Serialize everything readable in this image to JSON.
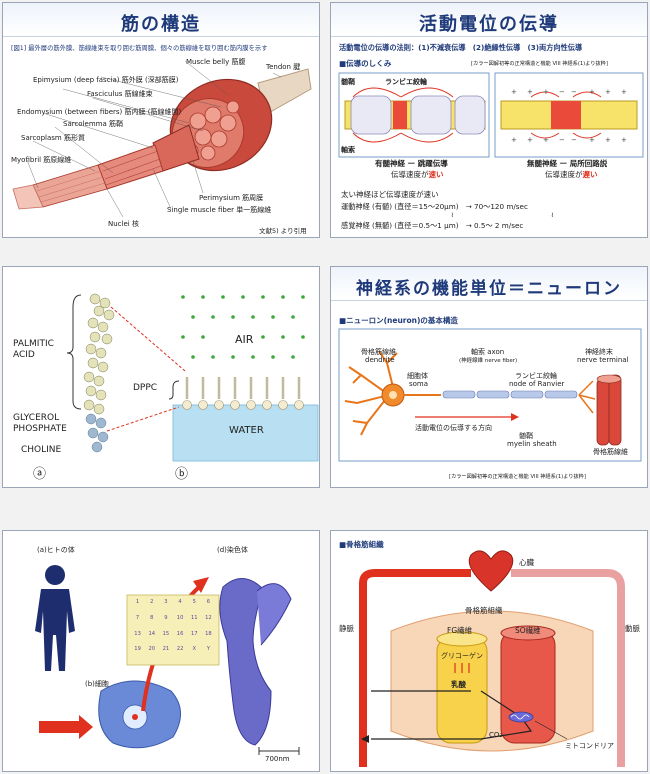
{
  "muscle": {
    "title": "筋の構造",
    "caption": "[図1] 最外層の筋外膜、筋線維束を取り囲む筋周膜、個々の筋線維を取り囲む筋内膜を示す",
    "labels": {
      "muscle_belly": "Muscle belly 筋腹",
      "tendon": "Tendon 腱",
      "epimysium": "Epimysium (deep fascia) 筋外膜 (深部筋膜)",
      "fasciculus": "Fasciculus 筋線維束",
      "endomysium": "Endomysium (between fibers) 筋内膜 (筋線維間)",
      "sarcolemma": "Sarcolemma 筋鞘",
      "sarcoplasm": "Sarcoplasm 筋形質",
      "myofibril": "Myofibril 筋原線維",
      "perimysium": "Perimysium 筋周膜",
      "single_fiber": "Single muscle fiber 単一筋線維",
      "nuclei": "Nuclei 核"
    },
    "source": "文献5) より引用"
  },
  "conduction": {
    "title": "活動電位の伝導",
    "law": "活動電位の伝導の法則：(1)不減衰伝導　(2)絶縁性伝導　(3)両方向性伝導",
    "subheading": "■伝導のしくみ",
    "source": "[カラー図解初等の正常構造と機能 VIII 神経系(1)より抜粋]",
    "label_myelin": "髄鞘",
    "label_ranvier": "ランビエ絞輪",
    "label_axon": "軸索",
    "myelinated_title": "有髄神経 ー 跳躍伝導",
    "myelinated_speed_prefix": "伝導速度が",
    "myelinated_speed_word": "速い",
    "unmyelinated_title": "無髄神経 ー 局所回路説",
    "unmyelinated_speed_prefix": "伝導速度が",
    "unmyelinated_speed_word": "遅い",
    "note": "太い神経ほど伝導速度が速い",
    "motor": "運動神経 (有髄) (直径＝15〜20μm)　→ 70〜120 m/sec",
    "sensory": "感覚神経 (無髄) (直径＝0.5〜1 μm)　→ 0.5〜 2 m/sec",
    "approx1": "≀",
    "approx2": "≀"
  },
  "membrane": {
    "palmitic": "PALMITIC\nACID",
    "glycerol": "GLYCEROL\nPHOSPHATE",
    "choline": "CHOLINE",
    "air": "AIR",
    "dppc": "DPPC",
    "water": "WATER",
    "label_a": "ⓐ",
    "label_b": "ⓑ"
  },
  "neuron": {
    "title": "神経系の機能単位＝ニューロン",
    "subheading": "■ニューロン(neuron)の基本構造",
    "dendrite_jp": "骨格筋線維",
    "dendrite_en": "dendrite",
    "axon": "軸索 axon",
    "axon_sub": "(神経線維 nerve fiber)",
    "terminal_jp": "神経終末",
    "terminal_en": "nerve terminal",
    "soma_jp": "細胞体",
    "soma_en": "soma",
    "ranvier_jp": "ランビエ絞輪",
    "ranvier_en": "node of Ranvier",
    "direction": "活動電位の伝導する方向",
    "myelin_jp": "髄鞘",
    "myelin_en": "myelin sheath",
    "muscle_fiber": "骨格筋線維",
    "source": "[カラー図解初等の正常構造と機能 VIII 神経系(1)より抜粋]"
  },
  "chromosome": {
    "body": "(a)ヒトの体",
    "cell": "(b)細胞",
    "chromosome": "(d)染色体",
    "scale": "700nm",
    "karyotype_numbers": [
      "1",
      "2",
      "3",
      "4",
      "5",
      "6",
      "7",
      "8",
      "9",
      "10",
      "11",
      "12",
      "13",
      "14",
      "15",
      "16",
      "17",
      "18",
      "19",
      "20",
      "21",
      "22",
      "X",
      "Y"
    ]
  },
  "skeletal": {
    "subheading": "■骨格筋組織",
    "heart": "心臓",
    "tissue": "骨格筋組織",
    "vein": "静脈",
    "artery": "動脈",
    "fg": "FG繊維",
    "so": "SO繊維",
    "glycogen": "グリコーゲン",
    "lactate": "乳酸",
    "co2": "CO₂",
    "mitochondria": "ミトコンドリア"
  }
}
